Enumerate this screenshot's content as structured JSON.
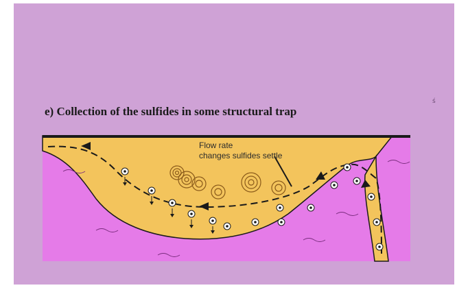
{
  "slide": {
    "title": "e) Collection of the sulfides in some structural trap",
    "label_lines": [
      "Flow rate",
      "changes sulfides settle"
    ]
  },
  "colors": {
    "background_pink": "#cfa2d6",
    "rock_magenta": "#e57be8",
    "fluid_yellow": "#f3c45c",
    "outline": "#1a1a1a"
  },
  "icons": [
    "flow-arrow-icon",
    "sulfide-particle-icon",
    "settling-arrow-icon",
    "swirl-icon"
  ]
}
